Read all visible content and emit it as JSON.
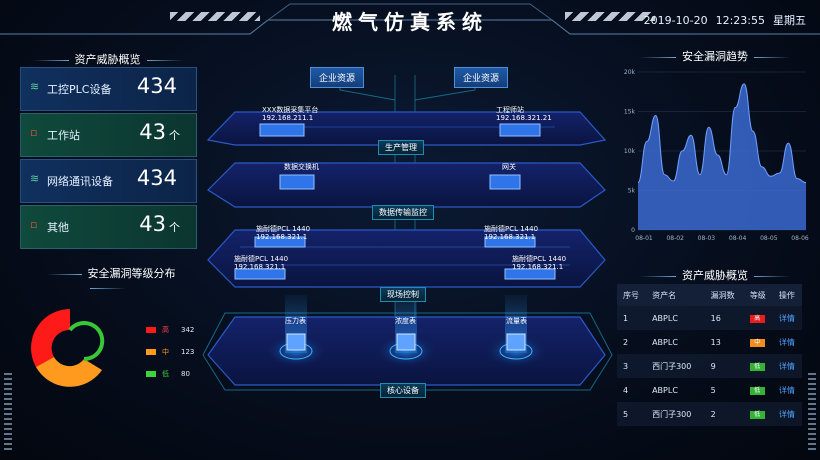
{
  "header": {
    "title": "燃气仿真系统",
    "date": "2019-10-20",
    "time": "12:23:55",
    "weekday": "星期五"
  },
  "asset_overview": {
    "title": "资产威胁概览",
    "items": [
      {
        "label": "工控PLC设备",
        "value": "434",
        "unit": "",
        "style": "blue"
      },
      {
        "label": "工作站",
        "value": "43",
        "unit": "个",
        "style": "green"
      },
      {
        "label": "网络通讯设备",
        "value": "434",
        "unit": "",
        "style": "blue"
      },
      {
        "label": "其他",
        "value": "43",
        "unit": "个",
        "style": "green"
      }
    ]
  },
  "vuln_level": {
    "title": "安全漏洞等级分布",
    "legend": [
      {
        "label": "高",
        "value": "342",
        "color": "#ff1a1a"
      },
      {
        "label": "中",
        "value": "123",
        "color": "#ff9a1f"
      },
      {
        "label": "低",
        "value": "80",
        "color": "#3bd43b"
      }
    ]
  },
  "stage": {
    "top_buttons": [
      "企业资源",
      "企业资源"
    ],
    "layers": [
      {
        "label": "生产管理"
      },
      {
        "label": "数据传输监控"
      },
      {
        "label": "现场控制"
      },
      {
        "label": "核心设备"
      }
    ],
    "nodes": {
      "collector_name": "XXX数据采集平台",
      "collector_ip": "192.168.211.1",
      "engineer_name": "工程师站",
      "engineer_ip": "192.168.321.21",
      "switch_name": "数据交换机",
      "gateway_name": "网关",
      "plc1_name": "施耐德PCL 1440",
      "plc1_ip": "192.168.321.1",
      "plc2_name": "施耐德PCL 1440",
      "plc2_ip": "192.168.321.1",
      "plc3_name": "施耐德PCL 1440",
      "plc3_ip": "192.168.321.1",
      "plc4_name": "施耐德PCL 1440",
      "plc4_ip": "192.168.321.1",
      "meter1": "压力表",
      "meter2": "浓度表",
      "meter3": "流量表"
    }
  },
  "trend": {
    "title": "安全漏洞趋势"
  },
  "chart_data": {
    "type": "area",
    "x_ticks": [
      "08-01",
      "08-02",
      "08-03",
      "08-04",
      "08-05",
      "08-06"
    ],
    "y_ticks": [
      "20k",
      "15k",
      "10k",
      "5k",
      "0"
    ],
    "ylim": [
      0,
      20000
    ],
    "values": [
      6000,
      11200,
      14500,
      7000,
      6200,
      10000,
      12000,
      7000,
      13000,
      9500,
      7000,
      15500,
      18500,
      12500,
      8000,
      6800,
      7200,
      11000,
      6500,
      6000
    ],
    "color": "#3b6ad1"
  },
  "threat_table": {
    "title": "资产威胁概览",
    "headers": [
      "序号",
      "资产名",
      "漏洞数",
      "等级",
      "操作"
    ],
    "rows": [
      {
        "no": "1",
        "name": "ABPLC",
        "count": "16",
        "level": "高",
        "level_color": "#e81d1d",
        "op": "详情"
      },
      {
        "no": "2",
        "name": "ABPLC",
        "count": "13",
        "level": "中",
        "level_color": "#ef8d1f",
        "op": "详情"
      },
      {
        "no": "3",
        "name": "西门子300",
        "count": "9",
        "level": "低",
        "level_color": "#34b334",
        "op": "详情"
      },
      {
        "no": "4",
        "name": "ABPLC",
        "count": "5",
        "level": "低",
        "level_color": "#34b334",
        "op": "详情"
      },
      {
        "no": "5",
        "name": "西门子300",
        "count": "2",
        "level": "低",
        "level_color": "#34b334",
        "op": "详情"
      }
    ]
  }
}
